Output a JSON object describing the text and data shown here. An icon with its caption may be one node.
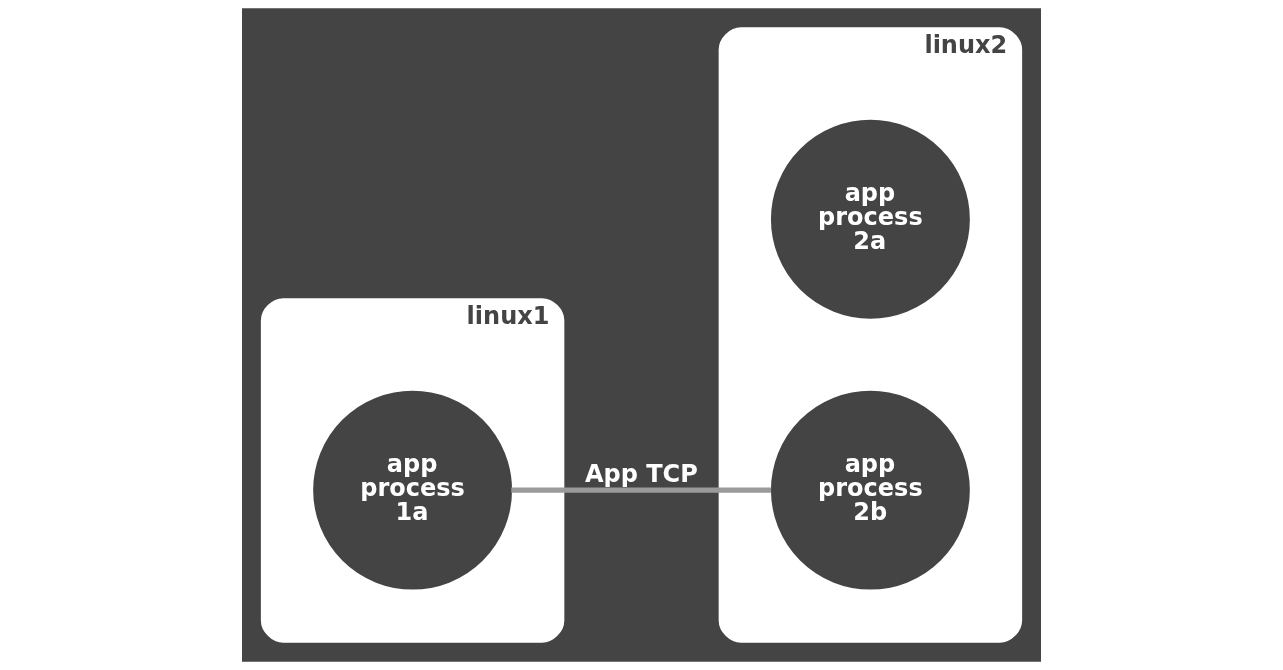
{
  "diagram": {
    "nodes": [
      {
        "text": [
          "linux1"
        ]
      },
      {
        "text": [
          "app process 1a"
        ],
        "in": 0
      },
      {
        "text": [
          "linux2"
        ]
      },
      {
        "text": [
          "app process 2a"
        ],
        "in": 2
      },
      {
        "text": [
          "app process 2b"
        ],
        "in": 2
      }
    ],
    "edges": [
      {
        "from": 1,
        "to": 4,
        "label": "App TCP",
        "arrow": "none"
      }
    ]
  }
}
